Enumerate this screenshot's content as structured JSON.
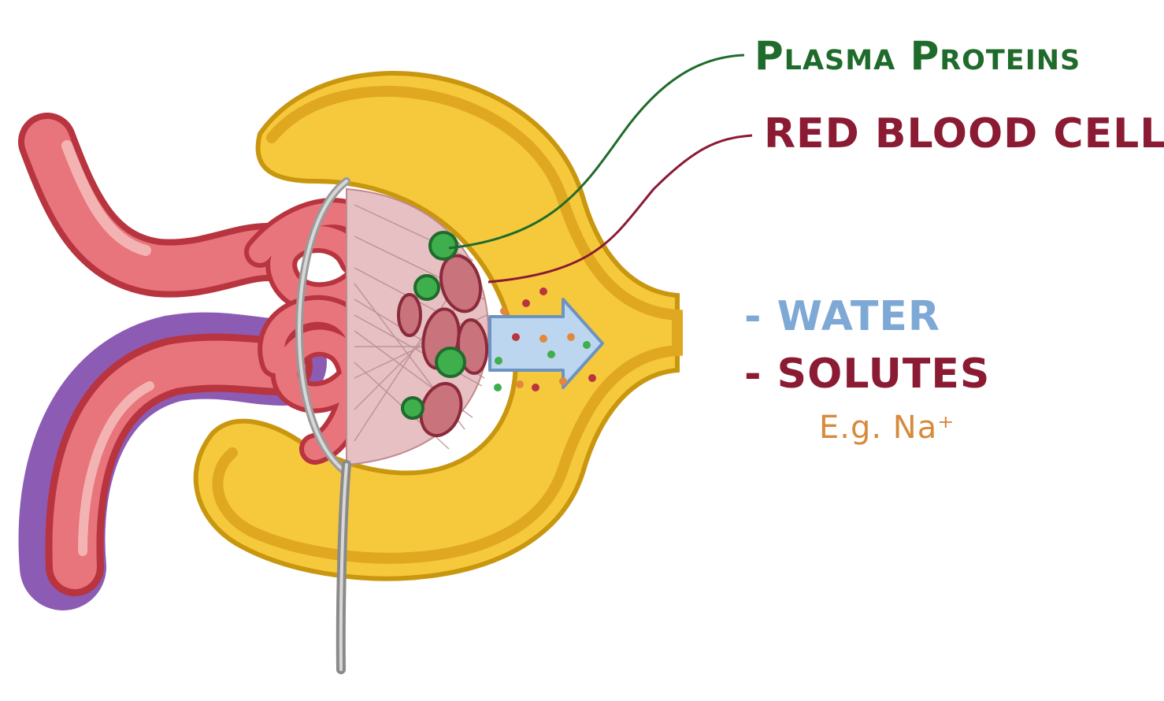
{
  "labels": {
    "plasma_proteins": "Plasma Proteins",
    "red_blood_cells": "Red Blood cells",
    "water": "- WATER",
    "solutes": "- SOLUTES",
    "example": "E.g. Na⁺"
  },
  "colors": {
    "capsule_yellow": "#f6c93c",
    "capsule_gold": "#d9a514",
    "capillary_pink": "#e8747c",
    "capillary_dark": "#b8343f",
    "protein_green": "#3fae4c",
    "rbc_dark": "#8b2a3a",
    "water_blue": "#bcd6ef",
    "solute_orange": "#e3873b",
    "strainer_gray": "#9a9a9a",
    "cell_purple": "#8c5bb4"
  }
}
